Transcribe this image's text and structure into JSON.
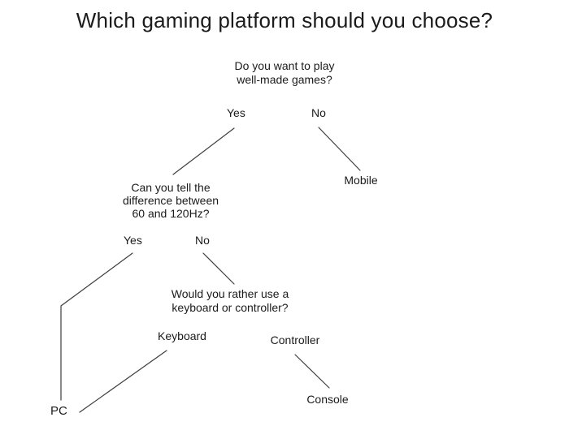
{
  "title": "Which gaming platform should you choose?",
  "diagram": {
    "q1": [
      "Do you want to play",
      "well-made games?"
    ],
    "q1_yes": "Yes",
    "q1_no": "No",
    "mobile": "Mobile",
    "q2": [
      "Can you tell the",
      "difference between",
      "60 and 120Hz?"
    ],
    "q2_yes": "Yes",
    "q2_no": "No",
    "q3": [
      "Would you rather use a",
      "keyboard or controller?"
    ],
    "keyboard": "Keyboard",
    "controller": "Controller",
    "pc": "PC",
    "console": "Console"
  },
  "colors": {
    "background": "#ffffff",
    "text": "#1b1b1b",
    "edge": "#3d3d3d"
  }
}
